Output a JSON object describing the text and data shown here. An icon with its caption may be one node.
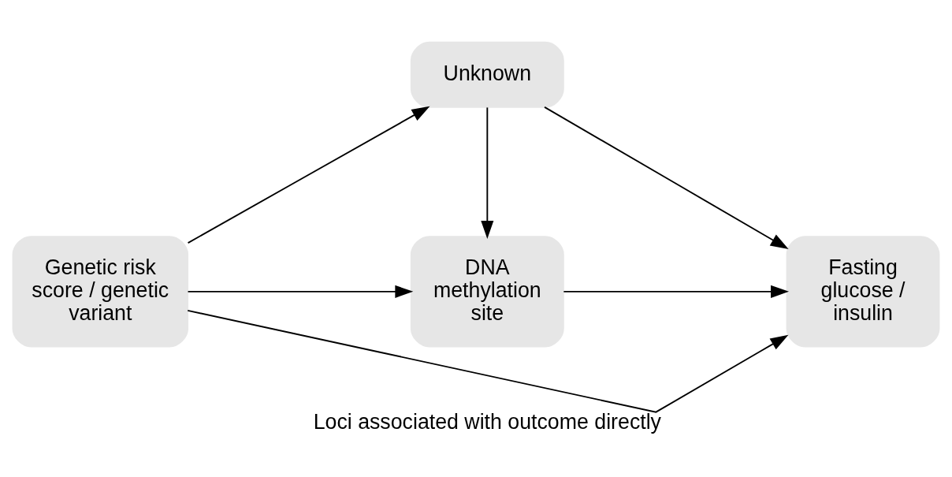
{
  "diagram": {
    "nodes": [
      {
        "text": [
          "Unknown"
        ]
      },
      {
        "text": [
          "Genetic risk score / genetic variant"
        ]
      },
      {
        "text": [
          "DNA methylation site"
        ]
      },
      {
        "text": [
          "Fasting glucose / insulin"
        ]
      }
    ],
    "edges": [
      {
        "from": 1,
        "to": 0,
        "arrow": "to"
      },
      {
        "from": 0,
        "to": 2,
        "arrow": "to"
      },
      {
        "from": 0,
        "to": 3,
        "arrow": "to"
      },
      {
        "from": 1,
        "to": 2,
        "arrow": "to"
      },
      {
        "from": 2,
        "to": 3,
        "arrow": "to"
      },
      {
        "from": 1,
        "to": 3,
        "arrow": "to",
        "label": "Loci associated with outcome directly"
      }
    ]
  }
}
